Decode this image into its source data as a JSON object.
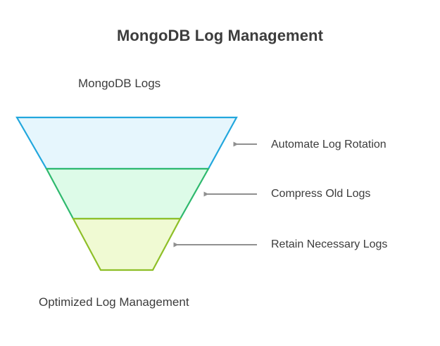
{
  "title": "MongoDB Log Management",
  "captions": {
    "top": "MongoDB Logs",
    "bottom": "Optimized Log Management"
  },
  "chart_data": {
    "type": "funnel",
    "title": "MongoDB Log Management",
    "orientation": "inverted-vertical",
    "top_caption": "MongoDB Logs",
    "bottom_caption": "Optimized Log Management",
    "stages": [
      {
        "label": "Automate Log Rotation",
        "fill": "#e6f6fd",
        "stroke": "#22a7dd",
        "top_width": 312,
        "bottom_width": 230
      },
      {
        "label": "Compress Old Logs",
        "fill": "#ddfbe8",
        "stroke": "#2fb96e",
        "top_width": 230,
        "bottom_width": 152
      },
      {
        "label": "Retain Necessary Logs",
        "fill": "#f0fad3",
        "stroke": "#8ebf28",
        "top_width": 152,
        "bottom_width": 75
      }
    ],
    "arrow_color": "#909090",
    "background": "#ffffff",
    "text_color": "#3c3c3c"
  },
  "callouts": [
    {
      "label": "Automate Log Rotation"
    },
    {
      "label": "Compress Old Logs"
    },
    {
      "label": "Retain Necessary Logs"
    }
  ]
}
